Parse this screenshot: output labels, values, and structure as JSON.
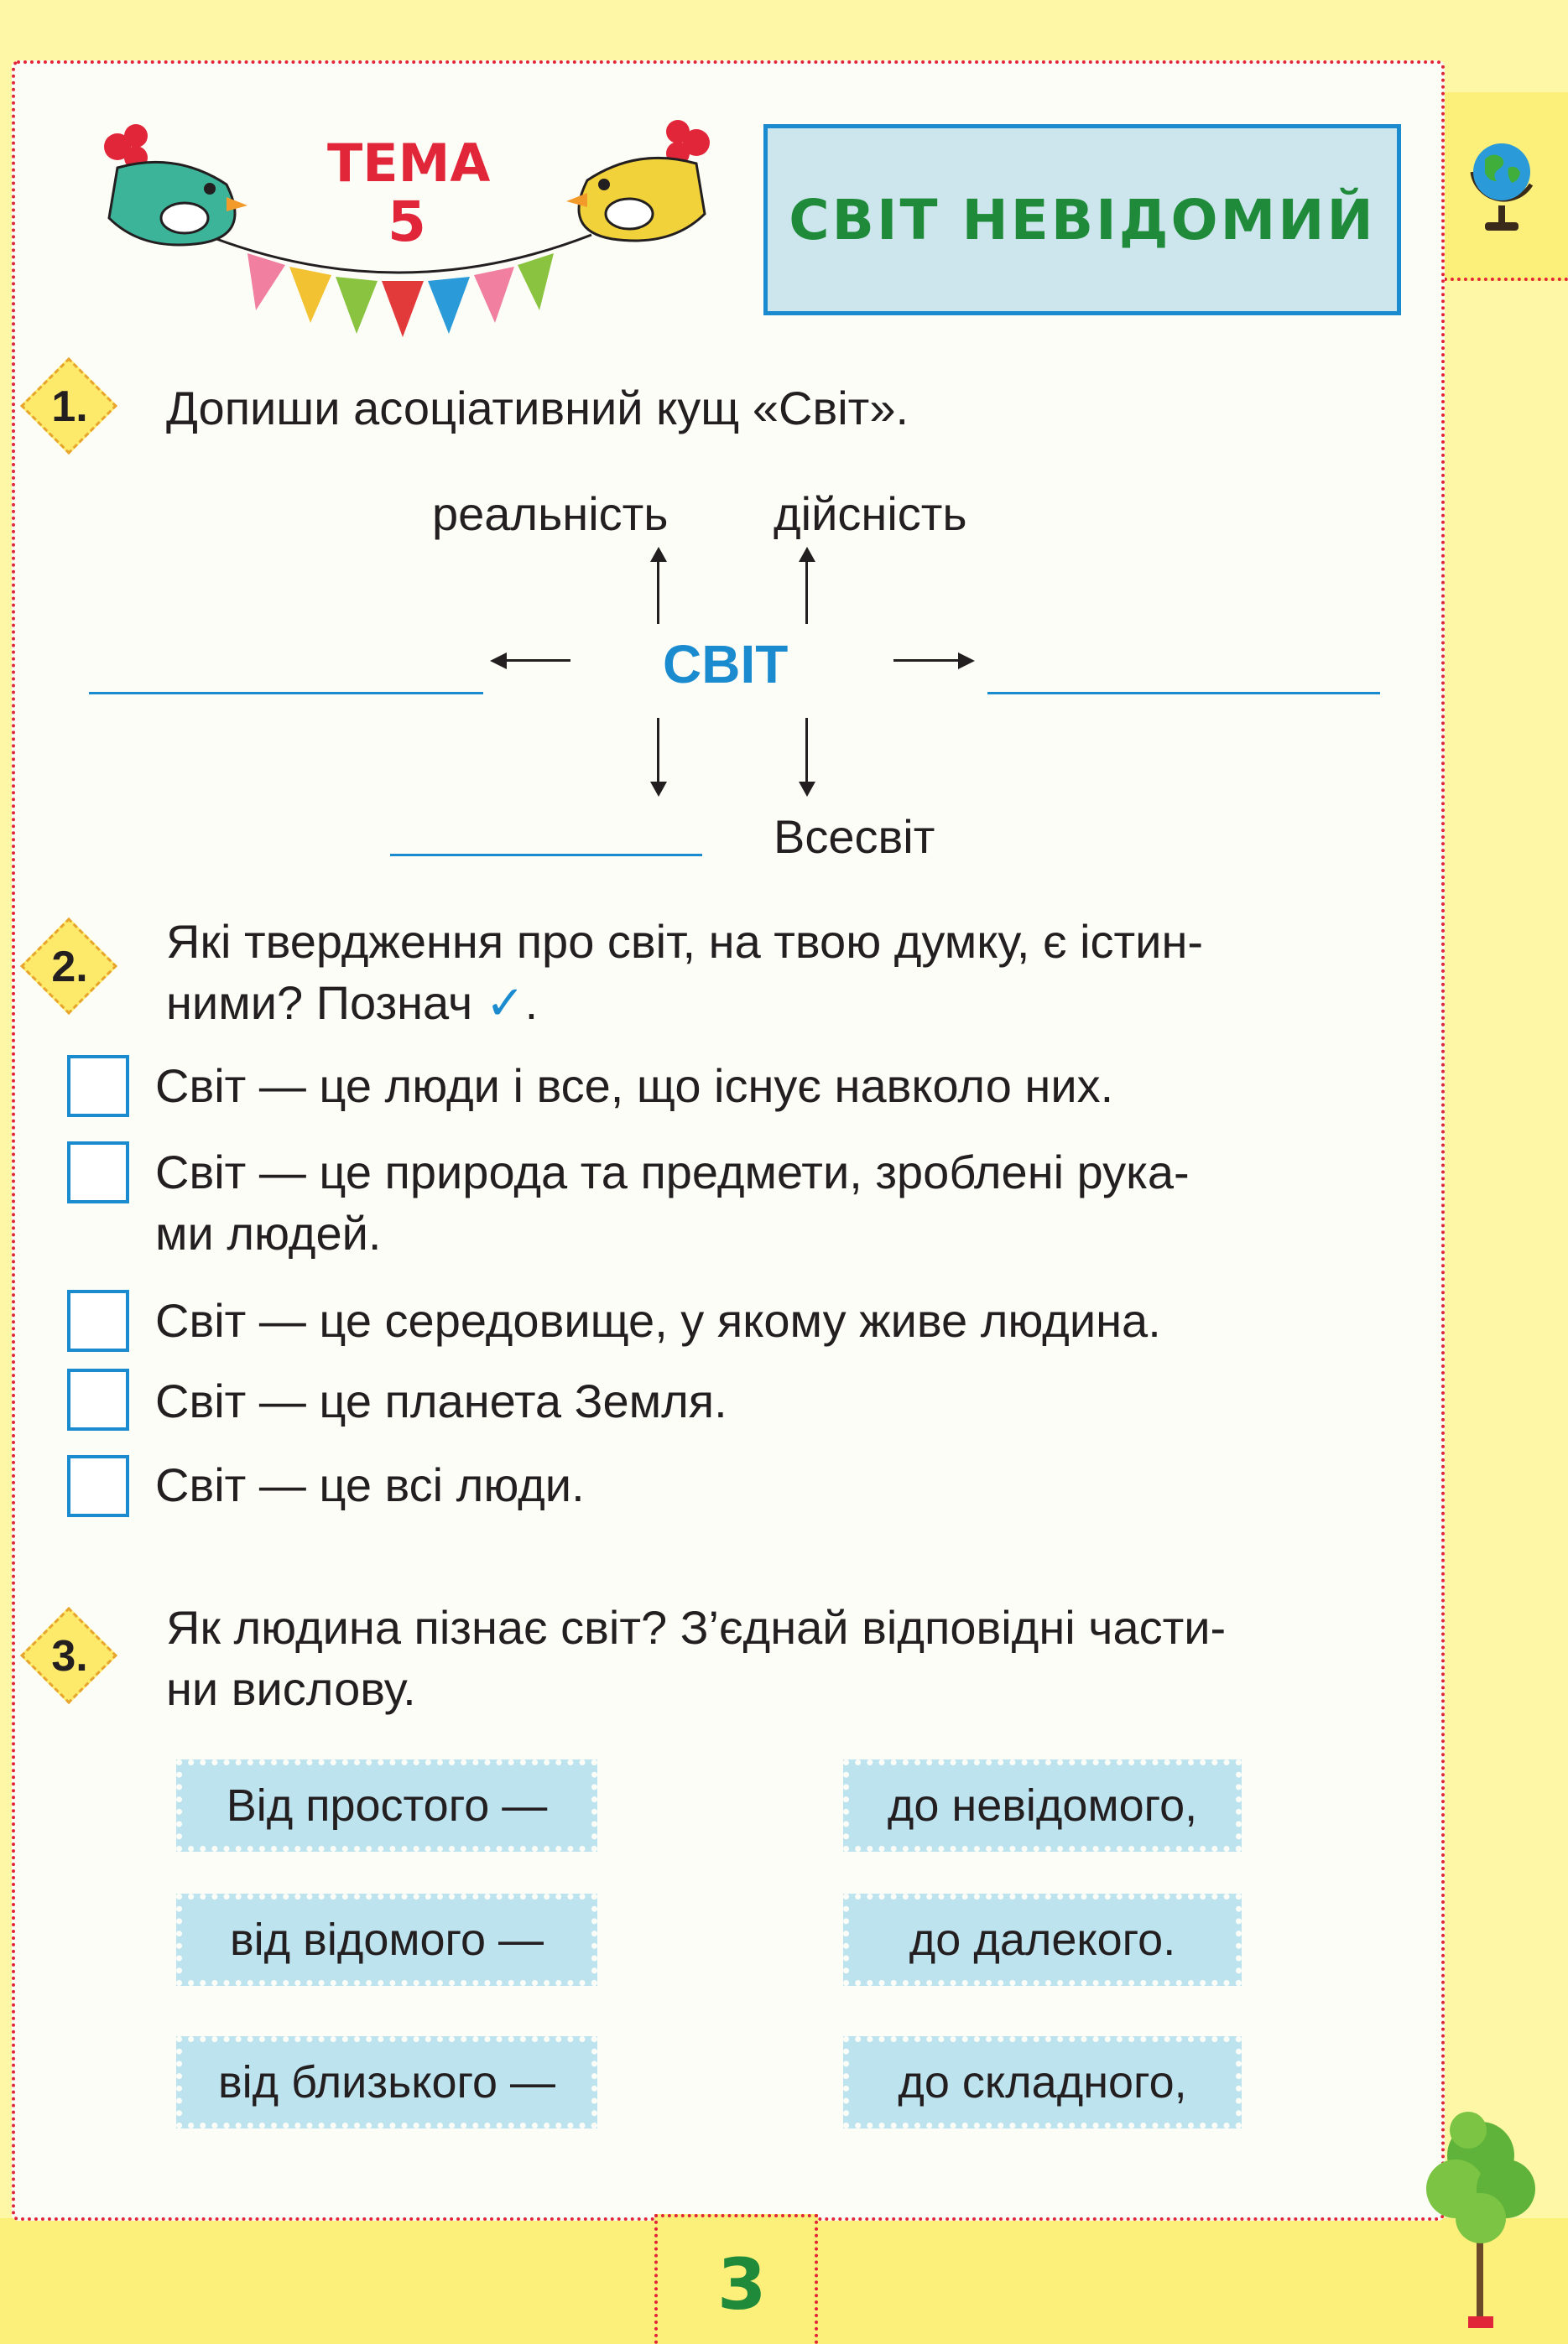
{
  "header": {
    "tema_word": "ТЕМА",
    "tema_number": "5",
    "title": "СВІТ НЕВІДОМИЙ"
  },
  "task1": {
    "number": "1.",
    "instruction": "Допиши асоціативний кущ «Світ».",
    "center": "СВІТ",
    "word_up_left": "реальність",
    "word_up_right": "дійсність",
    "word_down_right": "Всесвіт"
  },
  "task2": {
    "number": "2.",
    "question_line1": "Які твердження про світ, на твою думку, є істин-",
    "question_line2": "ними? Познач",
    "check_mark": "✓",
    "question_end": ".",
    "statements": [
      "Світ — це люди і все, що існує навколо них.",
      "Світ — це природа та предмети, зроблені рука-",
      "ми людей.",
      "Світ — це середовище, у якому живе людина.",
      "Світ — це планета Земля.",
      "Світ — це всі люди."
    ]
  },
  "task3": {
    "number": "3.",
    "question_line1": "Як людина пізнає світ? З’єднай відповідні части-",
    "question_line2": "ни вислову.",
    "left": [
      "Від простого —",
      "від відомого —",
      "від близького —"
    ],
    "right": [
      "до невідомого,",
      "до далекого.",
      "до складного,"
    ]
  },
  "footer": {
    "page_number": "3"
  },
  "colors": {
    "accent_blue": "#1b8bd0",
    "title_green": "#1f8a3a",
    "dot_red": "#e2263a",
    "band_yellow": "#fdf07a",
    "stamp_blue": "#bde3ef"
  },
  "icons": [
    "globe-icon",
    "tree-icon",
    "bird-icon",
    "bunting-icon"
  ]
}
